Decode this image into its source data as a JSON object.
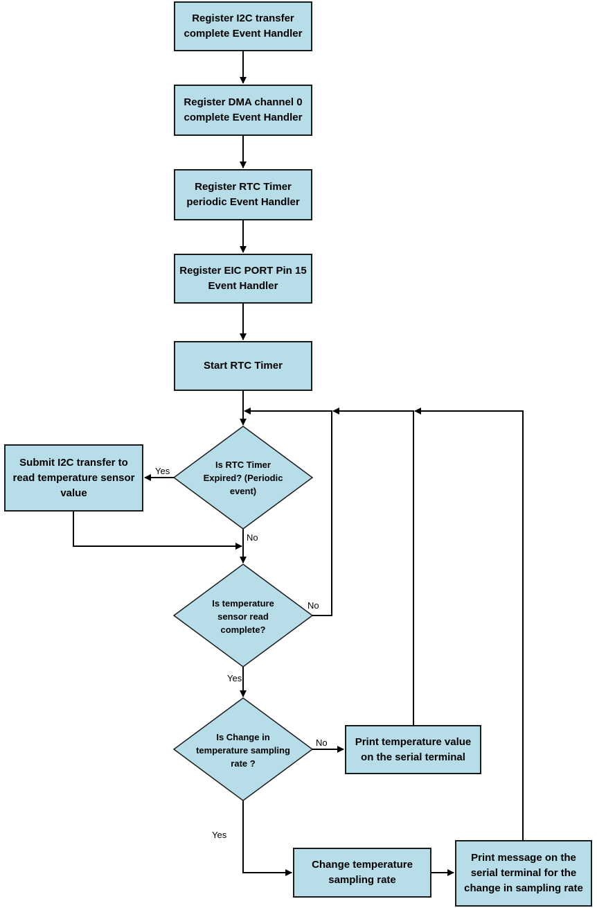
{
  "nodes": {
    "reg_i2c": "Register I2C transfer\ncomplete Event Handler",
    "reg_dma": "Register DMA channel 0\ncomplete Event Handler",
    "reg_rtc": "Register RTC Timer\nperiodic Event Handler",
    "reg_eic": "Register EIC PORT Pin 15\nEvent Handler",
    "start_rtc": "Start RTC Timer",
    "submit_i2c": "Submit I2C transfer to\nread temperature sensor\nvalue",
    "dec_rtc": "Is RTC Timer\nExpired? (Periodic\nevent)",
    "dec_read": "Is temperature\nsensor read\ncomplete?",
    "dec_rate": "Is Change in\ntemperature sampling\nrate ?",
    "print_temp": "Print temperature value\non the serial terminal",
    "change_rate": "Change temperature\nsampling rate",
    "print_msg": "Print message on the\nserial terminal for the\nchange in sampling rate"
  },
  "labels": {
    "yes_rtc": "Yes",
    "no_rtc": "No",
    "no_read": "No",
    "yes_read": "Yes",
    "no_rate": "No",
    "yes_rate": "Yes"
  },
  "colors": {
    "fill": "#b7dde8",
    "stroke": "#1a1a1a"
  }
}
